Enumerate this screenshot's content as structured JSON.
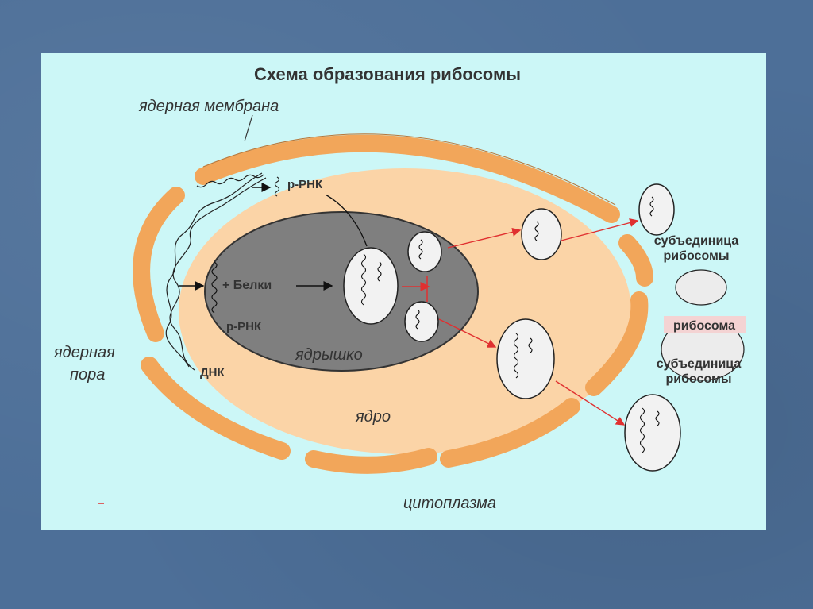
{
  "title": "Схема образования рибосомы",
  "labels": {
    "nuclear_membrane": "ядерная мембрана",
    "mrna_top": "р-РНК",
    "proteins": "+ Белки",
    "rrna_inner": "р-РНК",
    "nucleolus": "ядрышко",
    "nuclear_pore_1": "ядерная",
    "nuclear_pore_2": "пора",
    "dna": "ДНК",
    "nucleus": "ядро",
    "cytoplasm": "цитоплазма",
    "subunit_top_1": "субъединица",
    "subunit_top_2": "рибосомы",
    "ribosome": "рибосома",
    "subunit_bottom_1": "субъединица",
    "subunit_bottom_2": "рибосомы"
  },
  "colors": {
    "background": "#4d6f98",
    "panel": "#ccf7f7",
    "membrane": "#f2a65a",
    "nucleus": "#fbd4a7",
    "nucleolus": "#7f7f7f",
    "subunit_fill": "#f2f2f2",
    "arrow": "#e03030"
  }
}
